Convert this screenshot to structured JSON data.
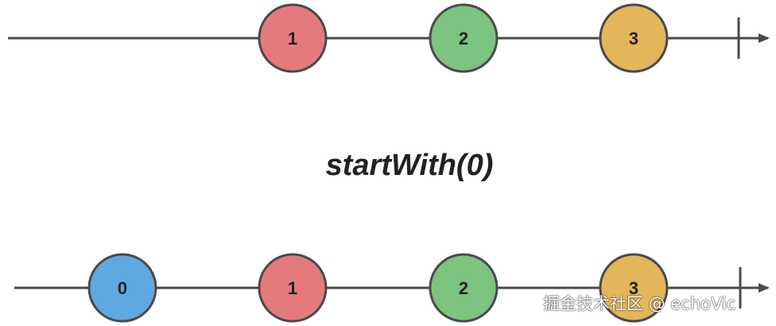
{
  "operator": "startWith(0)",
  "watermark": "掘金技术社区 @ echoVic",
  "colors": {
    "red": "#e57a7e",
    "green": "#7cc47f",
    "yellow": "#e4b65a",
    "blue": "#5fa9e3",
    "stroke": "#4a4a4a"
  },
  "source_stream": {
    "marbles": [
      {
        "label": "1",
        "color": "red"
      },
      {
        "label": "2",
        "color": "green"
      },
      {
        "label": "3",
        "color": "yellow"
      }
    ]
  },
  "result_stream": {
    "marbles": [
      {
        "label": "0",
        "color": "blue"
      },
      {
        "label": "1",
        "color": "red"
      },
      {
        "label": "2",
        "color": "green"
      },
      {
        "label": "3",
        "color": "yellow"
      }
    ]
  }
}
